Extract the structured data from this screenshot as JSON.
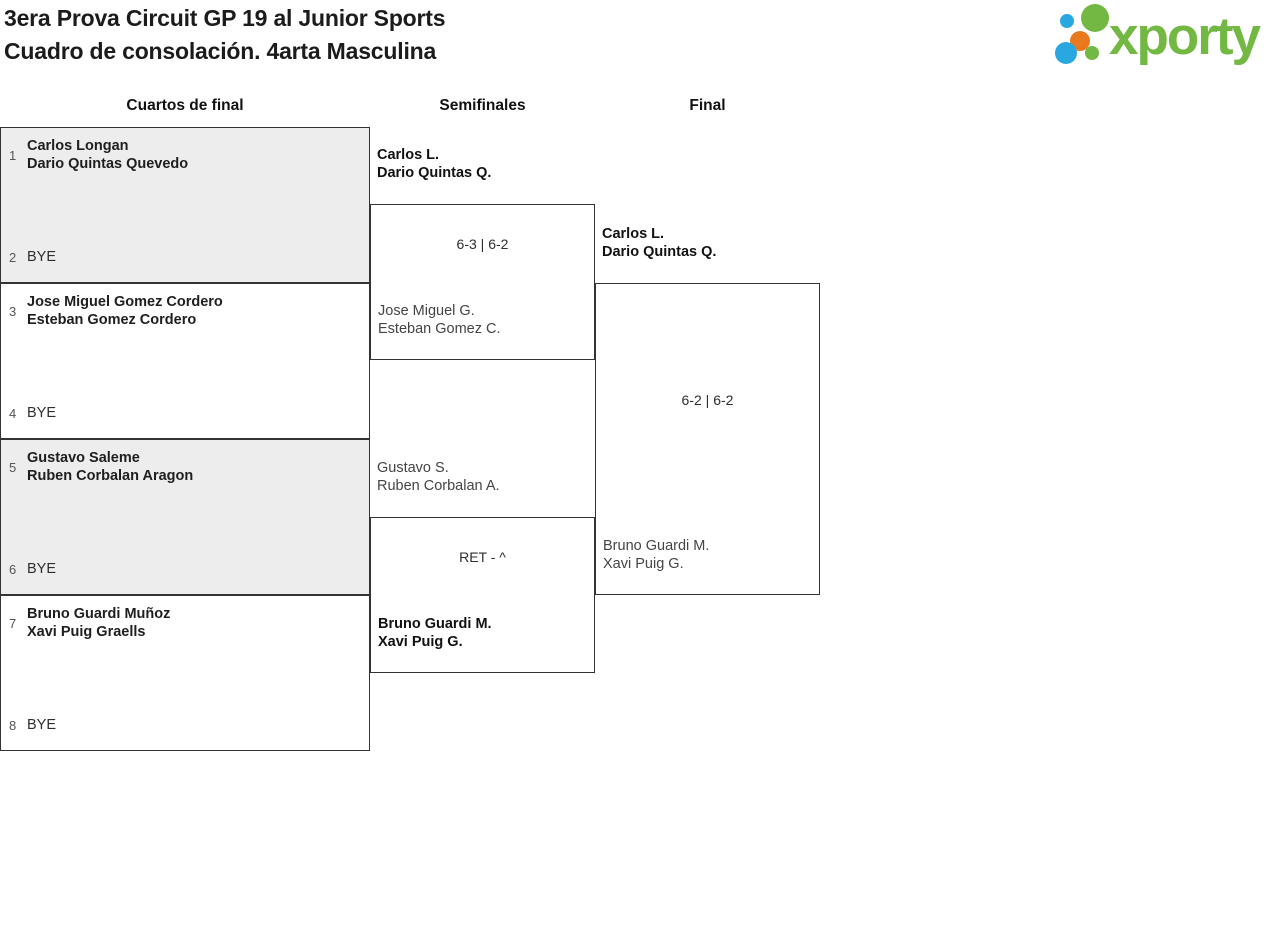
{
  "header": {
    "title_line1": "3era Prova Circuit GP 19 al Junior Sports",
    "title_line2": "Cuadro de consolación. 4arta Masculina",
    "logo_text": "xporty"
  },
  "columns": {
    "quarterfinals_label": "Cuartos de final",
    "semifinals_label": "Semifinales",
    "final_label": "Final"
  },
  "colors": {
    "brand_green": "#72b843",
    "brand_blue": "#29a8e0",
    "brand_orange": "#e8791e",
    "box_fill_gray": "#ededed",
    "border": "#333333"
  },
  "quarterfinals": [
    {
      "seed_top": "1",
      "team": [
        "Carlos Longan",
        "Dario Quintas Quevedo"
      ],
      "seed_bottom": "2",
      "bye_label": "BYE"
    },
    {
      "seed_top": "3",
      "team": [
        "Jose Miguel Gomez Cordero",
        "Esteban Gomez Cordero"
      ],
      "seed_bottom": "4",
      "bye_label": "BYE"
    },
    {
      "seed_top": "5",
      "team": [
        "Gustavo Saleme",
        "Ruben Corbalan Aragon"
      ],
      "seed_bottom": "6",
      "bye_label": "BYE"
    },
    {
      "seed_top": "7",
      "team": [
        "Bruno Guardi Muñoz",
        "Xavi Puig Graells"
      ],
      "seed_bottom": "8",
      "bye_label": "BYE"
    }
  ],
  "semifinals": [
    {
      "top_team": [
        "Carlos L.",
        "Dario Quintas Q."
      ],
      "score": "6-3 | 6-2",
      "bottom_team": [
        "Jose Miguel G.",
        "Esteban Gomez C."
      ],
      "winner": "top"
    },
    {
      "top_team": [
        "Gustavo S.",
        "Ruben Corbalan A."
      ],
      "score": "RET - ^",
      "bottom_team": [
        "Bruno Guardi M.",
        "Xavi Puig G."
      ],
      "winner": "bottom"
    }
  ],
  "final": {
    "top_team": [
      "Carlos L.",
      "Dario Quintas Q."
    ],
    "score": "6-2 | 6-2",
    "bottom_team": [
      "Bruno Guardi M.",
      "Xavi Puig G."
    ],
    "winner": "top"
  }
}
